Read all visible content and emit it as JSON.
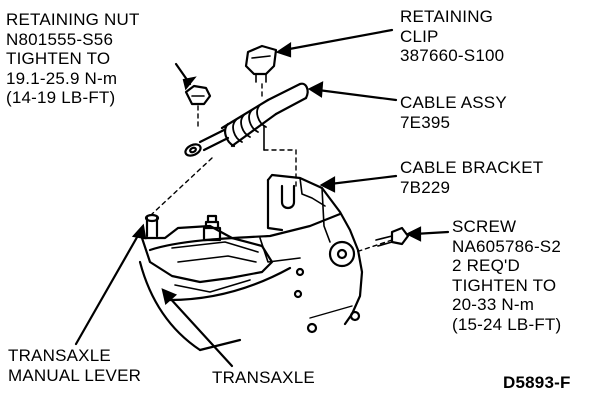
{
  "callouts": {
    "retaining_nut": {
      "lines": [
        "RETAINING NUT",
        "N801555-S56",
        "TIGHTEN TO",
        "19.1-25.9 N-m",
        "(14-19 LB-FT)"
      ]
    },
    "retaining_clip": {
      "lines": [
        "RETAINING",
        "CLIP",
        "387660-S100"
      ]
    },
    "cable_assy": {
      "lines": [
        "CABLE ASSY",
        "7E395"
      ]
    },
    "cable_bracket": {
      "lines": [
        "CABLE BRACKET",
        "7B229"
      ]
    },
    "screw": {
      "lines": [
        "SCREW",
        "NA605786-S2",
        "2 REQ'D",
        "TIGHTEN TO",
        "20-33 N-m",
        "(15-24 LB-FT)"
      ]
    },
    "transaxle_manual_lever": {
      "lines": [
        "TRANSAXLE",
        "MANUAL LEVER"
      ]
    },
    "transaxle": {
      "lines": [
        "TRANSAXLE"
      ]
    }
  },
  "figure_code": "D5893-F"
}
